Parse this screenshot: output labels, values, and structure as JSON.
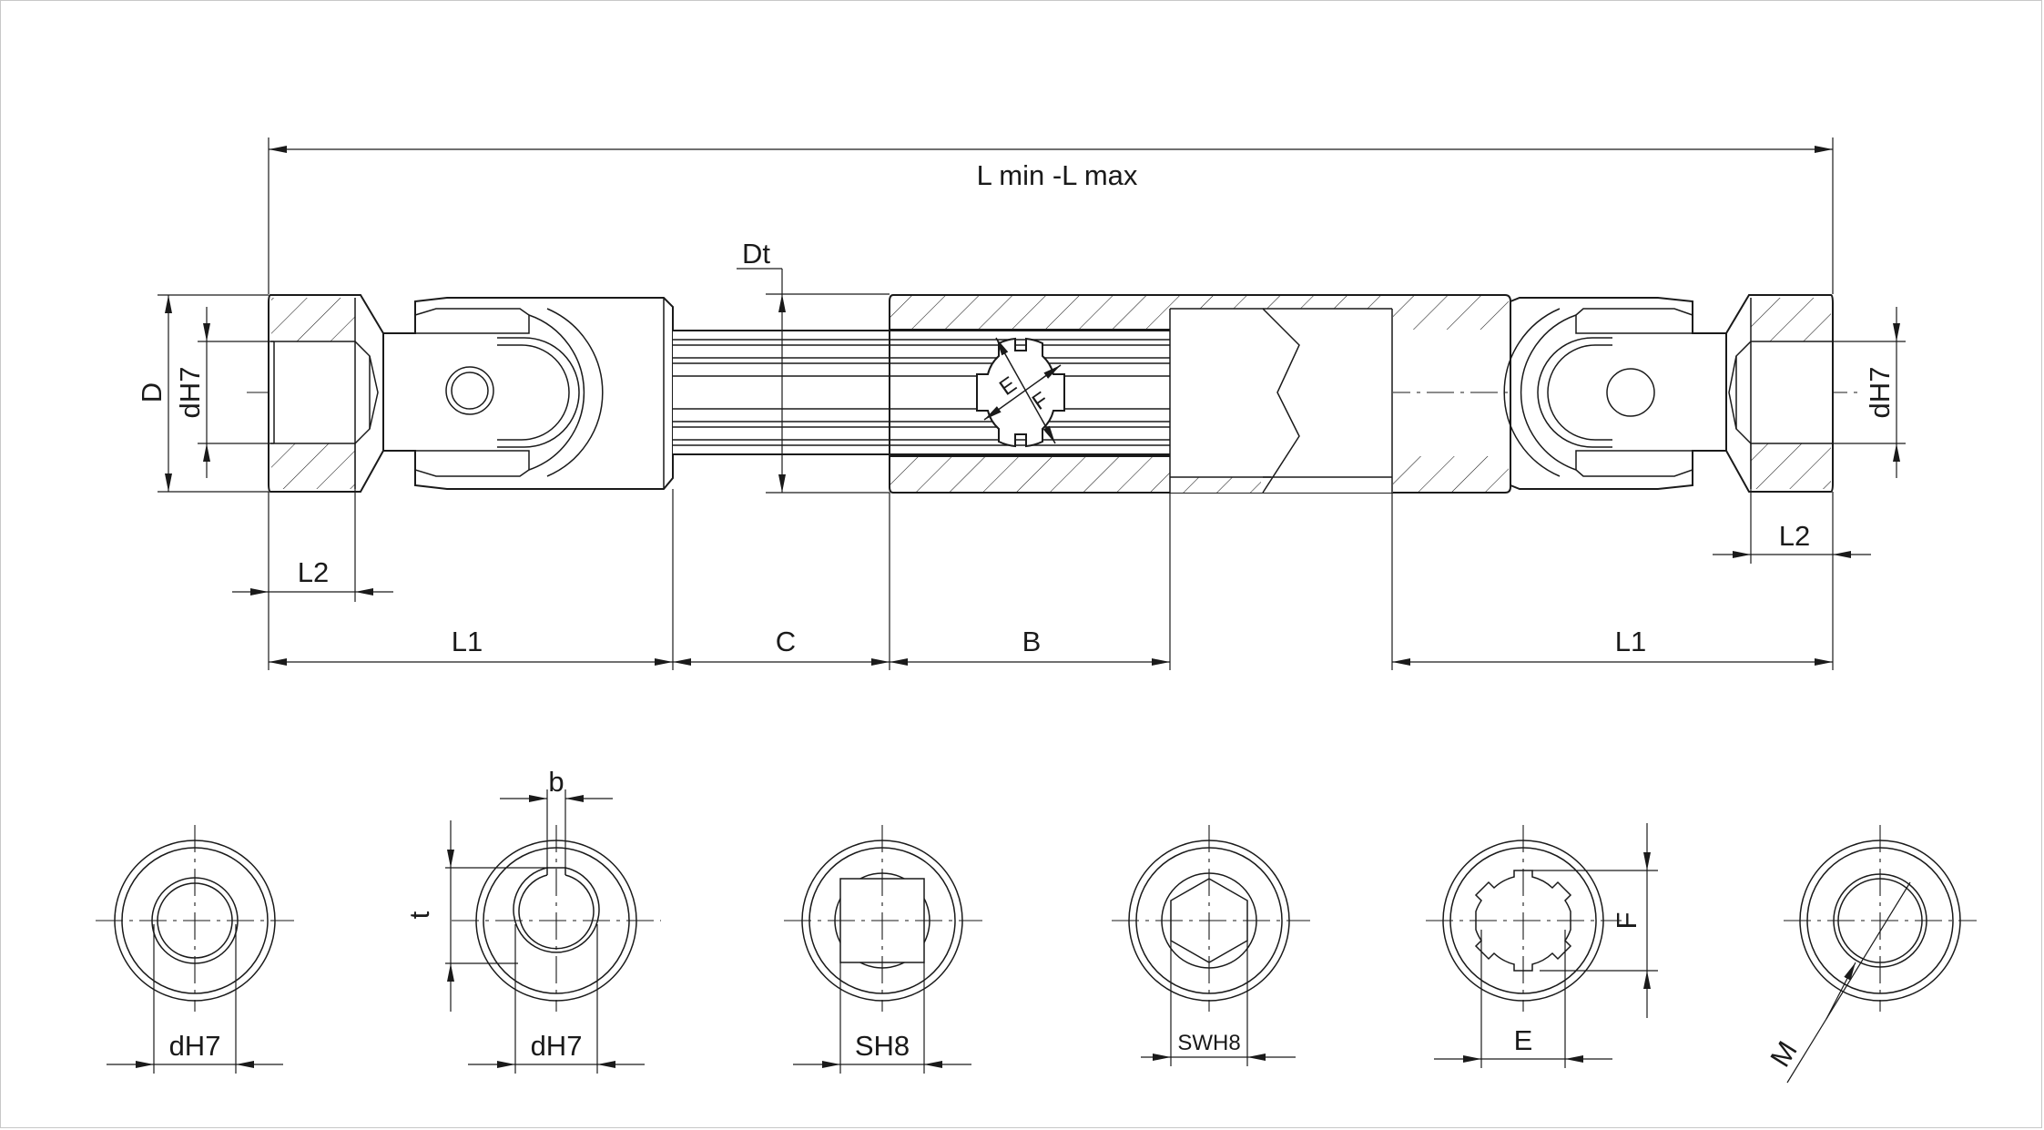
{
  "labels": {
    "overall_length": "L min -L max",
    "tube_dia": "Dt",
    "outer_dia": "D",
    "bore_left": "dH7",
    "bore_right": "dH7",
    "l2_left": "L2",
    "l2_right": "L2",
    "l1_left": "L1",
    "l1_right": "L1",
    "c_len": "C",
    "b_len": "B",
    "spline_e": "E",
    "spline_f": "F"
  },
  "sections": {
    "plain_bore": "dH7",
    "keyway_bore": "dH7",
    "keyway_width": "b",
    "keyway_depth": "t",
    "square": "SH8",
    "hexagon": "SWH8",
    "spline_e": "E",
    "spline_f": "F",
    "thread": "M"
  },
  "colors": {
    "line": "#1a1a1a",
    "background": "#ffffff",
    "frame": "#c8c8c8"
  }
}
